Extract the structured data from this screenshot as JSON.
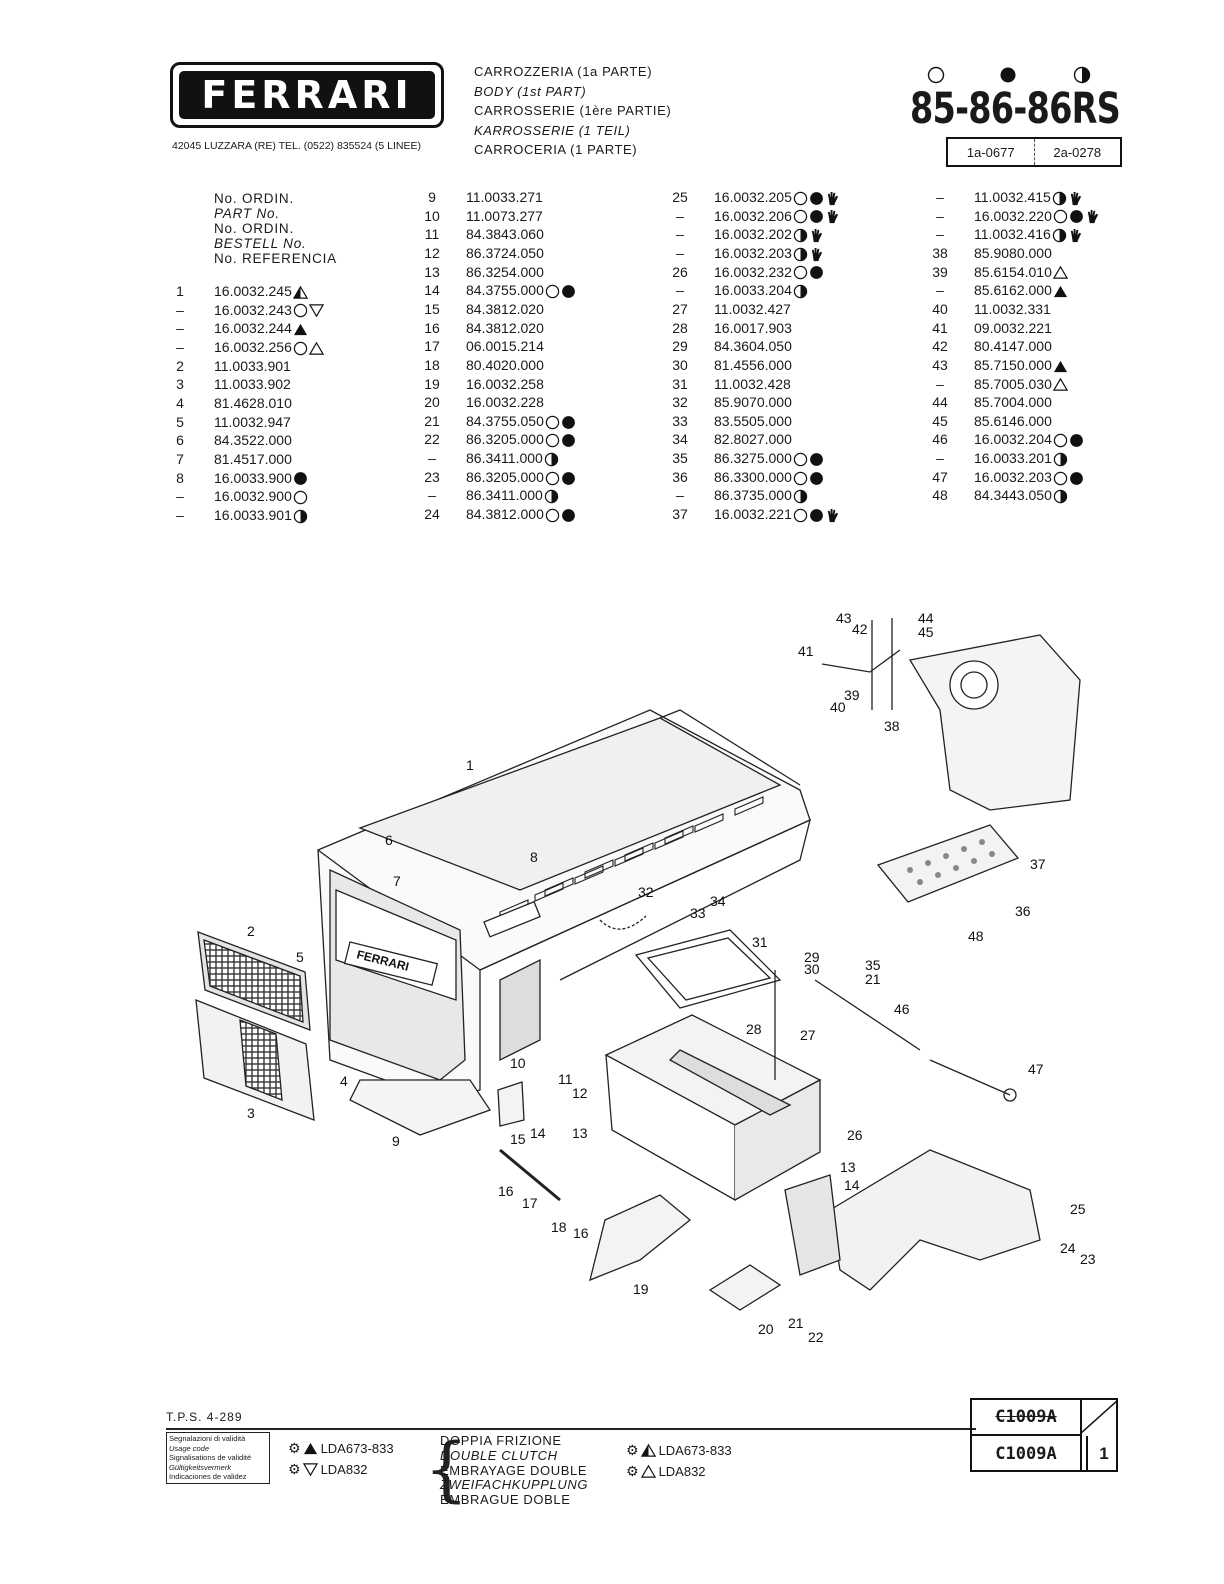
{
  "header": {
    "brand": "FERRARI",
    "address": "42045 LUZZARA (RE)   TEL. (0522) 835524 (5 LINEE)",
    "titles": [
      {
        "text": "CARROZZERIA (1a PARTE)",
        "italic": false
      },
      {
        "text": "BODY (1st PART)",
        "italic": true
      },
      {
        "text": "CARROSSERIE (1ère PARTIE)",
        "italic": false
      },
      {
        "text": "KARROSSERIE (1 TEIL)",
        "italic": true
      },
      {
        "text": "CARROCERIA (1 PARTE)",
        "italic": false
      }
    ],
    "model": "85-86-86RS",
    "model_symbols": [
      "circle-open",
      "circle-filled",
      "circle-half"
    ],
    "serials": [
      "1a-0677",
      "2a-0278"
    ]
  },
  "column_header": [
    {
      "text": "No. ORDIN.",
      "italic": false
    },
    {
      "text": "PART No.",
      "italic": true
    },
    {
      "text": "No. ORDIN.",
      "italic": false
    },
    {
      "text": "BESTELL No.",
      "italic": true
    },
    {
      "text": "No. REFERENCIA",
      "italic": false
    }
  ],
  "parts_columns": [
    [
      {
        "n": "1",
        "p": "16.0032.245",
        "s": [
          "tri-half"
        ]
      },
      {
        "n": "–",
        "p": "16.0032.243",
        "s": [
          "circle-open",
          "tri-down-open"
        ]
      },
      {
        "n": "–",
        "p": "16.0032.244",
        "s": [
          "tri-filled"
        ]
      },
      {
        "n": "–",
        "p": "16.0032.256",
        "s": [
          "circle-open",
          "tri-open"
        ]
      },
      {
        "n": "2",
        "p": "11.0033.901",
        "s": []
      },
      {
        "n": "3",
        "p": "11.0033.902",
        "s": []
      },
      {
        "n": "4",
        "p": "81.4628.010",
        "s": []
      },
      {
        "n": "5",
        "p": "11.0032.947",
        "s": []
      },
      {
        "n": "6",
        "p": "84.3522.000",
        "s": []
      },
      {
        "n": "7",
        "p": "81.4517.000",
        "s": []
      },
      {
        "n": "8",
        "p": "16.0033.900",
        "s": [
          "circle-filled"
        ]
      },
      {
        "n": "–",
        "p": "16.0032.900",
        "s": [
          "circle-open"
        ]
      },
      {
        "n": "–",
        "p": "16.0033.901",
        "s": [
          "circle-half"
        ]
      }
    ],
    [
      {
        "n": "9",
        "p": "11.0033.271",
        "s": []
      },
      {
        "n": "10",
        "p": "11.0073.277",
        "s": []
      },
      {
        "n": "11",
        "p": "84.3843.060",
        "s": []
      },
      {
        "n": "12",
        "p": "86.3724.050",
        "s": []
      },
      {
        "n": "13",
        "p": "86.3254.000",
        "s": []
      },
      {
        "n": "14",
        "p": "84.3755.000",
        "s": [
          "circle-open",
          "circle-filled"
        ]
      },
      {
        "n": "15",
        "p": "84.3812.020",
        "s": []
      },
      {
        "n": "16",
        "p": "84.3812.020",
        "s": []
      },
      {
        "n": "17",
        "p": "06.0015.214",
        "s": []
      },
      {
        "n": "18",
        "p": "80.4020.000",
        "s": []
      },
      {
        "n": "19",
        "p": "16.0032.258",
        "s": []
      },
      {
        "n": "20",
        "p": "16.0032.228",
        "s": []
      },
      {
        "n": "21",
        "p": "84.3755.050",
        "s": [
          "circle-open",
          "circle-filled"
        ]
      },
      {
        "n": "22",
        "p": "86.3205.000",
        "s": [
          "circle-open",
          "circle-filled"
        ]
      },
      {
        "n": "–",
        "p": "86.3411.000",
        "s": [
          "circle-half"
        ]
      },
      {
        "n": "23",
        "p": "86.3205.000",
        "s": [
          "circle-open",
          "circle-filled"
        ]
      },
      {
        "n": "–",
        "p": "86.3411.000",
        "s": [
          "circle-half"
        ]
      },
      {
        "n": "24",
        "p": "84.3812.000",
        "s": [
          "circle-open",
          "circle-filled"
        ]
      }
    ],
    [
      {
        "n": "25",
        "p": "16.0032.205",
        "s": [
          "circle-open",
          "circle-filled",
          "hand"
        ]
      },
      {
        "n": "–",
        "p": "16.0032.206",
        "s": [
          "circle-open",
          "circle-filled",
          "hand"
        ]
      },
      {
        "n": "–",
        "p": "16.0032.202",
        "s": [
          "circle-half",
          "hand"
        ]
      },
      {
        "n": "–",
        "p": "16.0032.203",
        "s": [
          "circle-half",
          "hand"
        ]
      },
      {
        "n": "26",
        "p": "16.0032.232",
        "s": [
          "circle-open",
          "circle-filled"
        ]
      },
      {
        "n": "–",
        "p": "16.0033.204",
        "s": [
          "circle-half"
        ]
      },
      {
        "n": "27",
        "p": "11.0032.427",
        "s": []
      },
      {
        "n": "28",
        "p": "16.0017.903",
        "s": []
      },
      {
        "n": "29",
        "p": "84.3604.050",
        "s": []
      },
      {
        "n": "30",
        "p": "81.4556.000",
        "s": []
      },
      {
        "n": "31",
        "p": "11.0032.428",
        "s": []
      },
      {
        "n": "32",
        "p": "85.9070.000",
        "s": []
      },
      {
        "n": "33",
        "p": "83.5505.000",
        "s": []
      },
      {
        "n": "34",
        "p": "82.8027.000",
        "s": []
      },
      {
        "n": "35",
        "p": "86.3275.000",
        "s": [
          "circle-open",
          "circle-filled"
        ]
      },
      {
        "n": "36",
        "p": "86.3300.000",
        "s": [
          "circle-open",
          "circle-filled"
        ]
      },
      {
        "n": "–",
        "p": "86.3735.000",
        "s": [
          "circle-half"
        ]
      },
      {
        "n": "37",
        "p": "16.0032.221",
        "s": [
          "circle-open",
          "circle-filled",
          "hand"
        ]
      }
    ],
    [
      {
        "n": "–",
        "p": "11.0032.415",
        "s": [
          "circle-half",
          "hand"
        ]
      },
      {
        "n": "–",
        "p": "16.0032.220",
        "s": [
          "circle-open",
          "circle-filled",
          "hand"
        ]
      },
      {
        "n": "–",
        "p": "11.0032.416",
        "s": [
          "circle-half",
          "hand"
        ]
      },
      {
        "n": "38",
        "p": "85.9080.000",
        "s": []
      },
      {
        "n": "39",
        "p": "85.6154.010",
        "s": [
          "tri-open"
        ]
      },
      {
        "n": "–",
        "p": "85.6162.000",
        "s": [
          "tri-filled"
        ]
      },
      {
        "n": "40",
        "p": "11.0032.331",
        "s": []
      },
      {
        "n": "41",
        "p": "09.0032.221",
        "s": []
      },
      {
        "n": "42",
        "p": "80.4147.000",
        "s": []
      },
      {
        "n": "43",
        "p": "85.7150.000",
        "s": [
          "tri-filled"
        ]
      },
      {
        "n": "–",
        "p": "85.7005.030",
        "s": [
          "tri-open"
        ]
      },
      {
        "n": "44",
        "p": "85.7004.000",
        "s": []
      },
      {
        "n": "45",
        "p": "85.6146.000",
        "s": []
      },
      {
        "n": "46",
        "p": "16.0032.204",
        "s": [
          "circle-open",
          "circle-filled"
        ]
      },
      {
        "n": "–",
        "p": "16.0033.201",
        "s": [
          "circle-half"
        ]
      },
      {
        "n": "47",
        "p": "16.0032.203",
        "s": [
          "circle-open",
          "circle-filled"
        ]
      },
      {
        "n": "48",
        "p": "84.3443.050",
        "s": [
          "circle-half"
        ]
      }
    ]
  ],
  "diagram_labels": [
    "1",
    "2",
    "3",
    "4",
    "5",
    "6",
    "7",
    "8",
    "9",
    "10",
    "11",
    "12",
    "13",
    "14",
    "15",
    "16",
    "17",
    "18",
    "16",
    "19",
    "20",
    "21",
    "22",
    "23",
    "24",
    "25",
    "26",
    "27",
    "28",
    "29",
    "30",
    "31",
    "32",
    "33",
    "34",
    "35",
    "21",
    "36",
    "37",
    "38",
    "39",
    "40",
    "41",
    "42",
    "43",
    "44",
    "45",
    "46",
    "47",
    "48",
    "13",
    "14"
  ],
  "footer": {
    "tps": "T.P.S. 4-289",
    "validity_legend": [
      "Segnalazioni di validità",
      "Usage code",
      "Signalisations de validité",
      "Gültigkeitsvermerk",
      "Indicaciones de validez"
    ],
    "left_codes": [
      {
        "symbol": "tri-filled",
        "text": "LDA673-833"
      },
      {
        "symbol": "tri-down-open",
        "text": "LDA832"
      }
    ],
    "clutch_lines": [
      {
        "text": "DOPPIA FRIZIONE",
        "italic": false
      },
      {
        "text": "DOUBLE CLUTCH",
        "italic": true
      },
      {
        "text": "EMBRAYAGE DOUBLE",
        "italic": false
      },
      {
        "text": "ZWEIFACHKUPPLUNG",
        "italic": true
      },
      {
        "text": "EMBRAGUE DOBLE",
        "italic": false
      }
    ],
    "right_codes": [
      {
        "symbol": "tri-half",
        "text": "LDA673-833"
      },
      {
        "symbol": "tri-open",
        "text": "LDA832"
      }
    ],
    "ref_old": "C1009A",
    "ref_new": "C1009A",
    "sheet": "1"
  }
}
